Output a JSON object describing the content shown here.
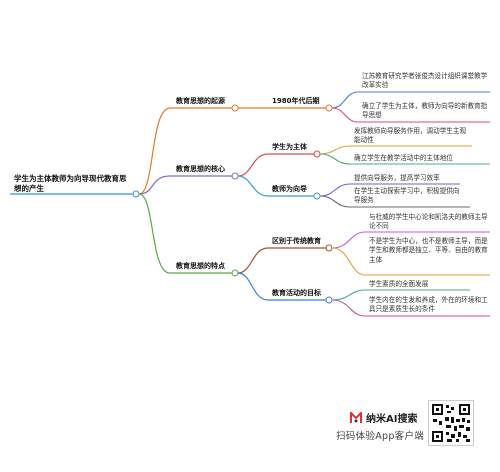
{
  "colors": {
    "root": "#3a8fd6",
    "origin": "#e07a2a",
    "core": "#8e66c7",
    "features": "#5aa845",
    "l2_1980": "#e07a2a",
    "leaf_1980_1": "#4a7fd9",
    "leaf_1980_2": "#d94a7f",
    "student": "#d94a4a",
    "teacher": "#3a9ad6",
    "leaf_student_1": "#d9a13a",
    "leaf_student_2": "#4ab07a",
    "leaf_teacher_1": "#7a5ad9",
    "leaf_teacher_2": "#6a6a6a",
    "diff": "#a0522d",
    "activity": "#3a7fd9",
    "leaf_diff_1": "#c05ad9",
    "leaf_diff_2": "#d9a13a",
    "leaf_act_1": "#4ab07a",
    "leaf_act_2": "#d94a7f"
  },
  "mindmap": {
    "root": "学生为主体教师为向导现代教育思想的产生",
    "branches": [
      {
        "label": "教育思想的起源",
        "children": [
          {
            "label": "1980年代后期",
            "leaves": [
              "江苏教育研究学者张俊杰设计组织课堂教学改革实验",
              "确立了学生为主体，教师为向导的新教育指导思想"
            ]
          }
        ]
      },
      {
        "label": "教育思想的核心",
        "children": [
          {
            "label": "学生为主体",
            "leaves": [
              "发挥教师向导服务作用，调动学生主观能动性",
              "确立学生在教学活动中的主体地位"
            ]
          },
          {
            "label": "教师为向导",
            "leaves": [
              "提供向导服务，提高学习效率",
              "在学生主动探索学习中，积极提供向导服务"
            ]
          }
        ]
      },
      {
        "label": "教育思想的特点",
        "children": [
          {
            "label": "区别于传统教育",
            "leaves": [
              "与杜威的学生中心论和凯洛夫的教师主导论不同",
              "不是学生为中心，也不是教师主导，而是学生和教师都是独立、平等、自由的教育主体"
            ]
          },
          {
            "label": "教育活动的目标",
            "leaves": [
              "学生素质的全面发展",
              "学生内在的生发和养成，外在的环境和工具只是素质生长的条件"
            ]
          }
        ]
      }
    ]
  },
  "footer": {
    "brand": "纳米AI搜索",
    "subtitle": "扫码体验App客户端"
  },
  "icons": {
    "brand_logo": "nano-ai-logo-icon",
    "qr": "qr-code-icon"
  }
}
